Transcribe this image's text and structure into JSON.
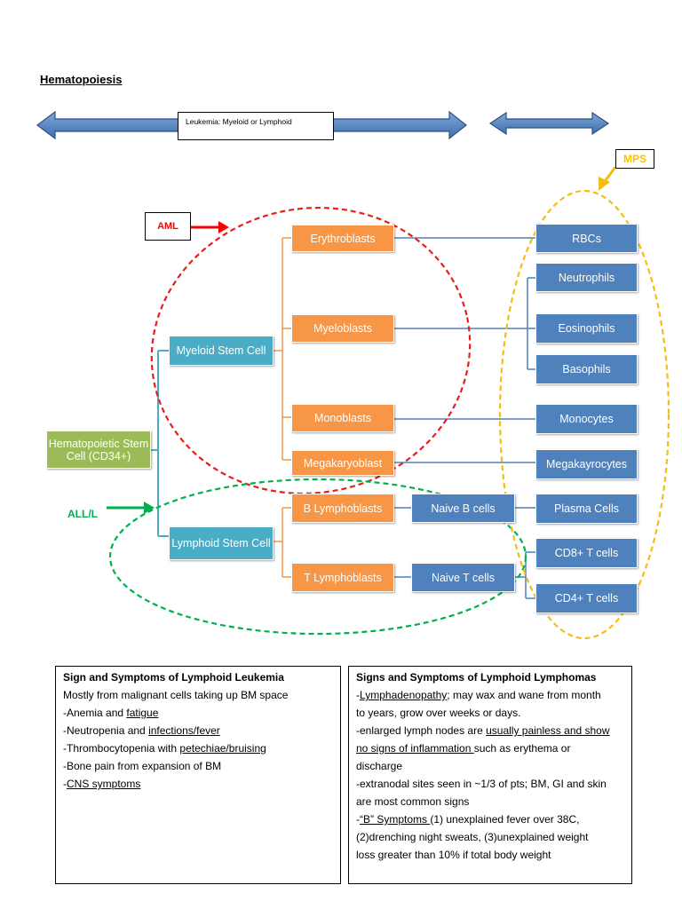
{
  "title": "Hematopoiesis",
  "callouts": {
    "leukemia": "Leukemia: Myeloid or Lymphoid",
    "aml": "AML",
    "mps": "MPS",
    "all": "ALL/L"
  },
  "colors": {
    "orange": "#f79646",
    "blue": "#4f81bd",
    "teal": "#4bacc6",
    "green": "#9bbb59",
    "aml": "#ff0000",
    "all": "#00b050",
    "mps": "#ffc000",
    "arrow": "#4f81bd"
  },
  "nodes": {
    "hsc": "Hematopoietic Stem Cell (CD34+)",
    "myeloid_stem": "Myeloid Stem Cell",
    "lymphoid_stem": "Lymphoid Stem Cell",
    "erythroblasts": "Erythroblasts",
    "myeloblasts": "Myeloblasts",
    "monoblasts": "Monoblasts",
    "megakaryoblast": "Megakaryoblast",
    "b_lymphoblasts": "B Lymphoblasts",
    "t_lymphoblasts": "T Lymphoblasts",
    "naive_b": "Naive B cells",
    "naive_t": "Naive T cells",
    "rbcs": "RBCs",
    "neutrophils": "Neutrophils",
    "eosinophils": "Eosinophils",
    "basophils": "Basophils",
    "monocytes": "Monocytes",
    "megakaryocytes": "Megakayrocytes",
    "plasma_cells": "Plasma Cells",
    "cd8": "CD8+ T cells",
    "cd4": "CD4+ T cells"
  },
  "leukemia_box": {
    "title": "Sign and Symptoms of Lymphoid Leukemia",
    "l1": "Mostly from malignant cells taking up BM space",
    "l2a": "-Anemia and ",
    "l2b": "fatigue",
    "l3a": "-Neutropenia and ",
    "l3b": "infections/fever",
    "l4a": "-Thrombocytopenia with ",
    "l4b": "petechiae/bruising",
    "l5": "-Bone pain from expansion of BM",
    "l6a": "-",
    "l6b": "CNS symptoms"
  },
  "lymphoma_box": {
    "title": "Signs and Symptoms of Lymphoid Lymphomas",
    "l1a": "-",
    "l1b": "Lymphadenopathy",
    "l1c": "; may wax and wane from month",
    "l2": "to years, grow over weeks or days.",
    "l3a": "-enlarged lymph nodes are ",
    "l3b": "usually painless and show",
    "l4a": "no signs of inflammation ",
    "l4b": "such as erythema or",
    "l5": "discharge",
    "l6": "-extranodal sites seen in ~1/3 of pts; BM, GI and skin",
    "l7": "are most common signs",
    "l8a": "-",
    "l8b": "“B” Symptoms ",
    "l8c": "(1) unexplained fever over 38C,",
    "l9": "(2)drenching night sweats, (3)unexplained weight",
    "l10": "loss greater than 10% if total body weight"
  }
}
